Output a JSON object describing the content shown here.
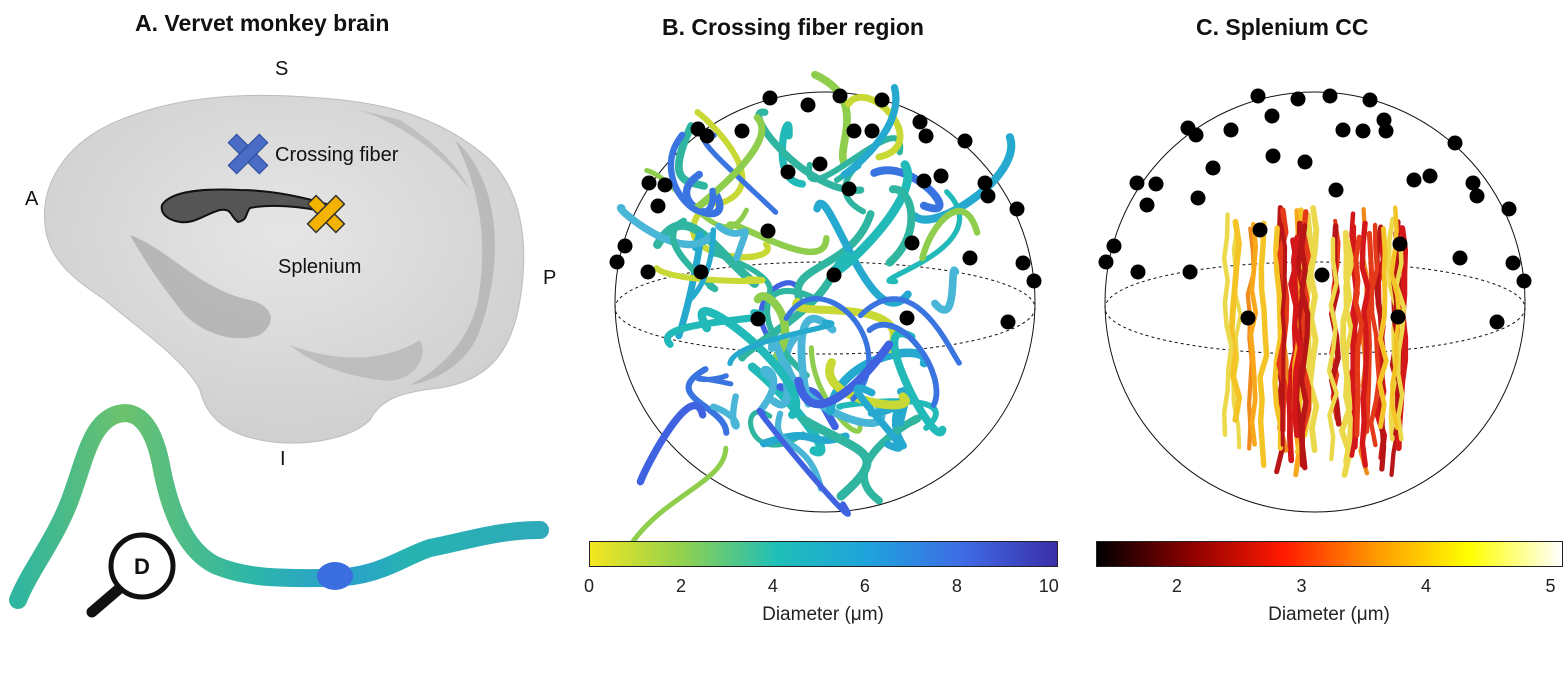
{
  "panels": {
    "a": {
      "title": "A. Vervet monkey brain",
      "orientation": {
        "superior": "S",
        "anterior": "A",
        "posterior": "P",
        "inferior": "I"
      },
      "markers": {
        "crossing": {
          "label": "Crossing fiber",
          "color": "#4a6cc4"
        },
        "splenium": {
          "label": "Splenium",
          "color": "#f4b300"
        }
      }
    },
    "b": {
      "title": "B. Crossing fiber region",
      "colorbar": {
        "label": "Diameter (μm)",
        "ticks": [
          "0",
          "2",
          "4",
          "6",
          "8",
          "10"
        ],
        "min": 0,
        "max": 10.2,
        "gradient": [
          "#f5e61f",
          "#8fd14f",
          "#1fbfb8",
          "#1fa2dd",
          "#3f6be6",
          "#3a2fa8"
        ]
      }
    },
    "c": {
      "title": "C. Splenium CC",
      "colorbar": {
        "label": "Diameter (μm)",
        "ticks": [
          "2",
          "3",
          "4",
          "5"
        ],
        "min": 1.35,
        "max": 5.1,
        "gradient": [
          "#000000",
          "#8c0000",
          "#ff1a00",
          "#ff9900",
          "#ffff00",
          "#ffffff"
        ]
      }
    },
    "d": {
      "badge": "D"
    }
  }
}
